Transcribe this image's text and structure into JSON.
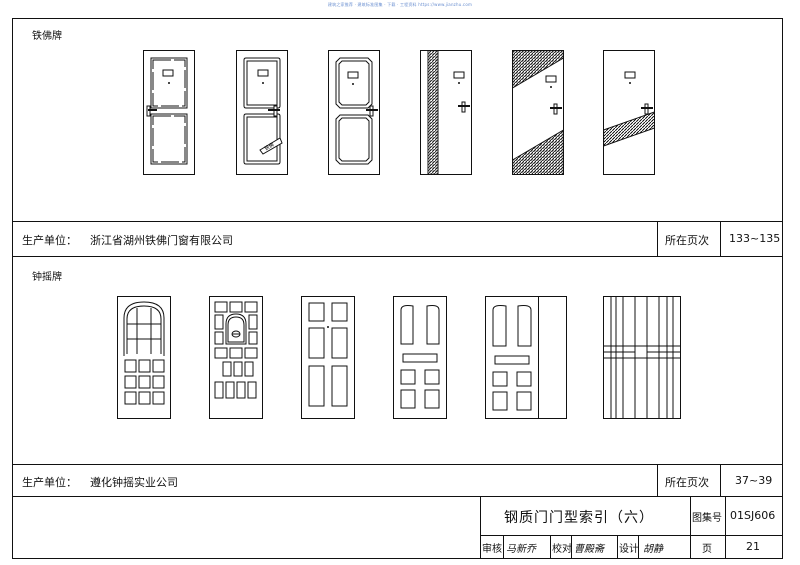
{
  "top_note": "建筑之家推荐 · 建筑标准图集 · 下载 · 工程资料 https://www.jianzhu.com",
  "section1": {
    "brand": "铁佛牌",
    "producer_label": "生产单位：",
    "producer_name": "浙江省湖州铁佛门窗有限公司",
    "page_label": "所在页次",
    "page_range": "133~135"
  },
  "section2": {
    "brand": "钟摇牌",
    "producer_label": "生产单位：",
    "producer_name": "遵化钟摇实业公司",
    "page_label": "所在页次",
    "page_range": "37~39"
  },
  "titleblock": {
    "title": "钢质门门型索引（六）",
    "atlas_label": "图集号",
    "atlas_no": "01SJ606",
    "review_label": "审核",
    "review_sign": "马新乔",
    "check_label": "校对",
    "check_sign": "曹殿斋",
    "design_label": "设计",
    "design_sign": "胡静",
    "page_label": "页",
    "page_no": "21"
  }
}
